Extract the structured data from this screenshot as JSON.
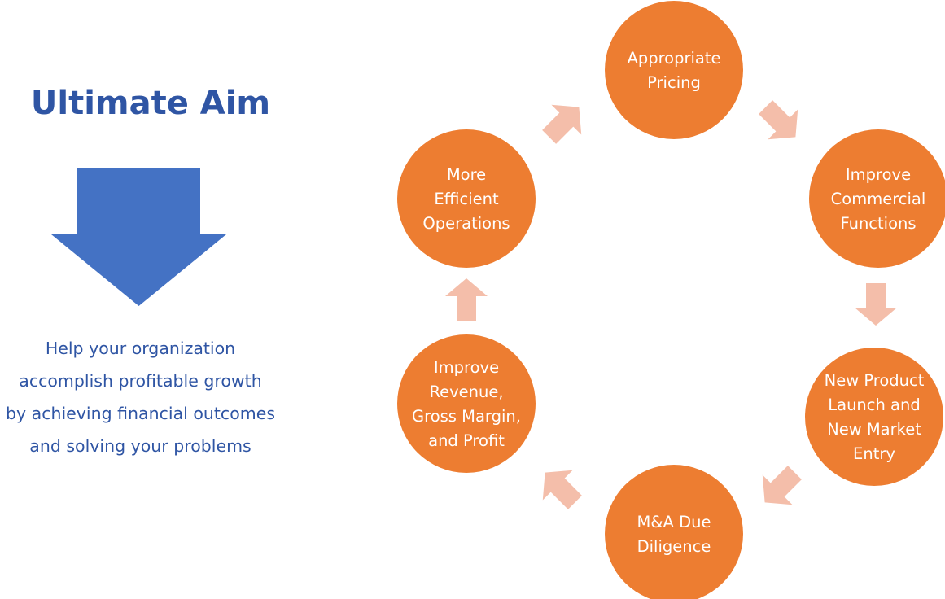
{
  "left_panel": {
    "title": "Ultimate Aim",
    "description_lines": [
      "Help your organization",
      "accomplish profitable growth",
      "by achieving financial outcomes",
      "and solving your problems"
    ]
  },
  "cycle": {
    "nodes": [
      {
        "id": "appropriate-pricing",
        "lines": [
          "Appropriate",
          "Pricing"
        ]
      },
      {
        "id": "improve-commercial-functions",
        "lines": [
          "Improve",
          "Commercial",
          "Functions"
        ]
      },
      {
        "id": "new-product-launch",
        "lines": [
          "New Product",
          "Launch and",
          "New Market",
          "Entry"
        ]
      },
      {
        "id": "ma-due-diligence",
        "lines": [
          "M&A Due",
          "Diligence"
        ]
      },
      {
        "id": "improve-revenue",
        "lines": [
          "Improve",
          "Revenue,",
          "Gross Margin,",
          "and Profit"
        ]
      },
      {
        "id": "more-efficient-operations",
        "lines": [
          "More",
          "Efficient",
          "Operations"
        ]
      }
    ]
  },
  "colors": {
    "title_blue": "#2F55A4",
    "arrow_blue": "#4472C4",
    "circle_orange": "#ED7D31",
    "connector_peach": "#F4BEAA",
    "label_white": "#FFFFFF"
  }
}
